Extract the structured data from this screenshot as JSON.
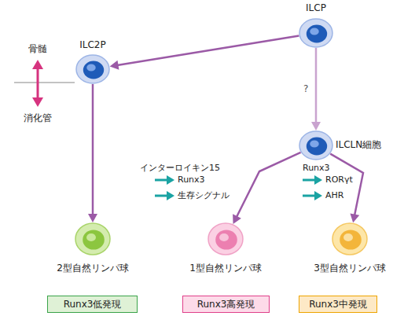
{
  "diagram": {
    "nodes": [
      {
        "text": [
          "ILCP"
        ]
      },
      {
        "text": [
          "ILC2P"
        ]
      },
      {
        "text": [
          "ILCLN細胞"
        ]
      },
      {
        "text": [
          "2型自然リンパ球"
        ]
      },
      {
        "text": [
          "1型自然リンパ球"
        ]
      },
      {
        "text": [
          "3型自然リンパ球"
        ]
      },
      {
        "text": [
          "Runx3低発現"
        ]
      },
      {
        "text": [
          "Runx3高発現"
        ]
      },
      {
        "text": [
          "Runx3中発現"
        ]
      }
    ],
    "edges": [
      {
        "from": 0,
        "to": 1,
        "arrow": "to"
      },
      {
        "from": 0,
        "to": 2,
        "label": "?",
        "arrow": "to"
      },
      {
        "from": 1,
        "to": 3,
        "arrow": "to"
      },
      {
        "from": 2,
        "to": 4,
        "arrow": "to"
      },
      {
        "from": 2,
        "to": 5,
        "arrow": "to"
      }
    ],
    "labels": [
      "骨髄",
      "消化管",
      "インターロイキン15",
      "Runx3",
      "生存シグナル",
      "Runx3",
      "RORγt",
      "AHR"
    ]
  }
}
